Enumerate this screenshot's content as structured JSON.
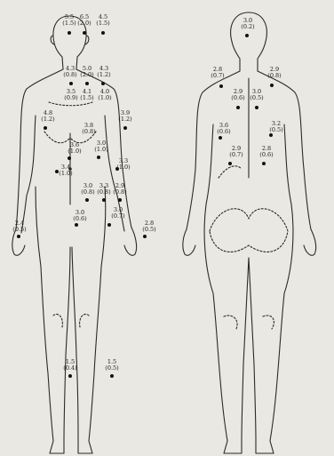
{
  "colors": {
    "paper": "#e9e8e3",
    "ink": "#1b1b1b"
  },
  "front": {
    "points": [
      {
        "id": "f1",
        "top": "5.5",
        "bottom": "(1.5)"
      },
      {
        "id": "f2",
        "top": "6.5",
        "bottom": "(2.0)"
      },
      {
        "id": "f3",
        "top": "4.5",
        "bottom": "(1.5)"
      },
      {
        "id": "f4",
        "top": "4.3",
        "bottom": "(0.8)"
      },
      {
        "id": "f5",
        "top": "5.0",
        "bottom": "(2.0)"
      },
      {
        "id": "f6",
        "top": "4.3",
        "bottom": "(1.2)"
      },
      {
        "id": "f7",
        "top": "3.5",
        "bottom": "(0.9)"
      },
      {
        "id": "f8",
        "top": "4.1",
        "bottom": "(1.5)"
      },
      {
        "id": "f9",
        "top": "4.0",
        "bottom": "(1.0)"
      },
      {
        "id": "f10",
        "top": "4.8",
        "bottom": "(1.2)"
      },
      {
        "id": "f11",
        "top": "3.9",
        "bottom": "(1.2)"
      },
      {
        "id": "f12",
        "top": "3.8",
        "bottom": "(0.8)"
      },
      {
        "id": "f13",
        "top": "3.6",
        "bottom": "(1.0)"
      },
      {
        "id": "f14",
        "top": "3.0",
        "bottom": "(1.0)"
      },
      {
        "id": "f15",
        "top": "3.3",
        "bottom": "(1.0)"
      },
      {
        "id": "f16",
        "top": "3.4",
        "bottom": "(1.0)"
      },
      {
        "id": "f17",
        "top": "3.0",
        "bottom": "(0.8)"
      },
      {
        "id": "f18",
        "top": "3.3",
        "bottom": "(0.8)"
      },
      {
        "id": "f19",
        "top": "2.9",
        "bottom": "(0.8)"
      },
      {
        "id": "f20",
        "top": "3.0",
        "bottom": "(0.6)"
      },
      {
        "id": "f21",
        "top": "3.0",
        "bottom": "(0.7)"
      },
      {
        "id": "f22",
        "top": "2.4",
        "bottom": "(0.5)"
      },
      {
        "id": "f23",
        "top": "2.8",
        "bottom": "(0.5)"
      },
      {
        "id": "f24",
        "top": "1.5",
        "bottom": "(0.4)"
      },
      {
        "id": "f25",
        "top": "1.5",
        "bottom": "(0.5)"
      }
    ]
  },
  "back": {
    "points": [
      {
        "id": "b1",
        "top": "3.0",
        "bottom": "(0.2)"
      },
      {
        "id": "b2",
        "top": "2.8",
        "bottom": "(0.7)"
      },
      {
        "id": "b3",
        "top": "2.9",
        "bottom": "(0.8)"
      },
      {
        "id": "b4",
        "top": "2.9",
        "bottom": "(0.6)"
      },
      {
        "id": "b5",
        "top": "3.0",
        "bottom": "(0.5)"
      },
      {
        "id": "b6",
        "top": "3.6",
        "bottom": "(0.6)"
      },
      {
        "id": "b7",
        "top": "3.2",
        "bottom": "(0.5)"
      },
      {
        "id": "b8",
        "top": "2.9",
        "bottom": "(0.7)"
      },
      {
        "id": "b9",
        "top": "2.8",
        "bottom": "(0.6)"
      }
    ]
  }
}
